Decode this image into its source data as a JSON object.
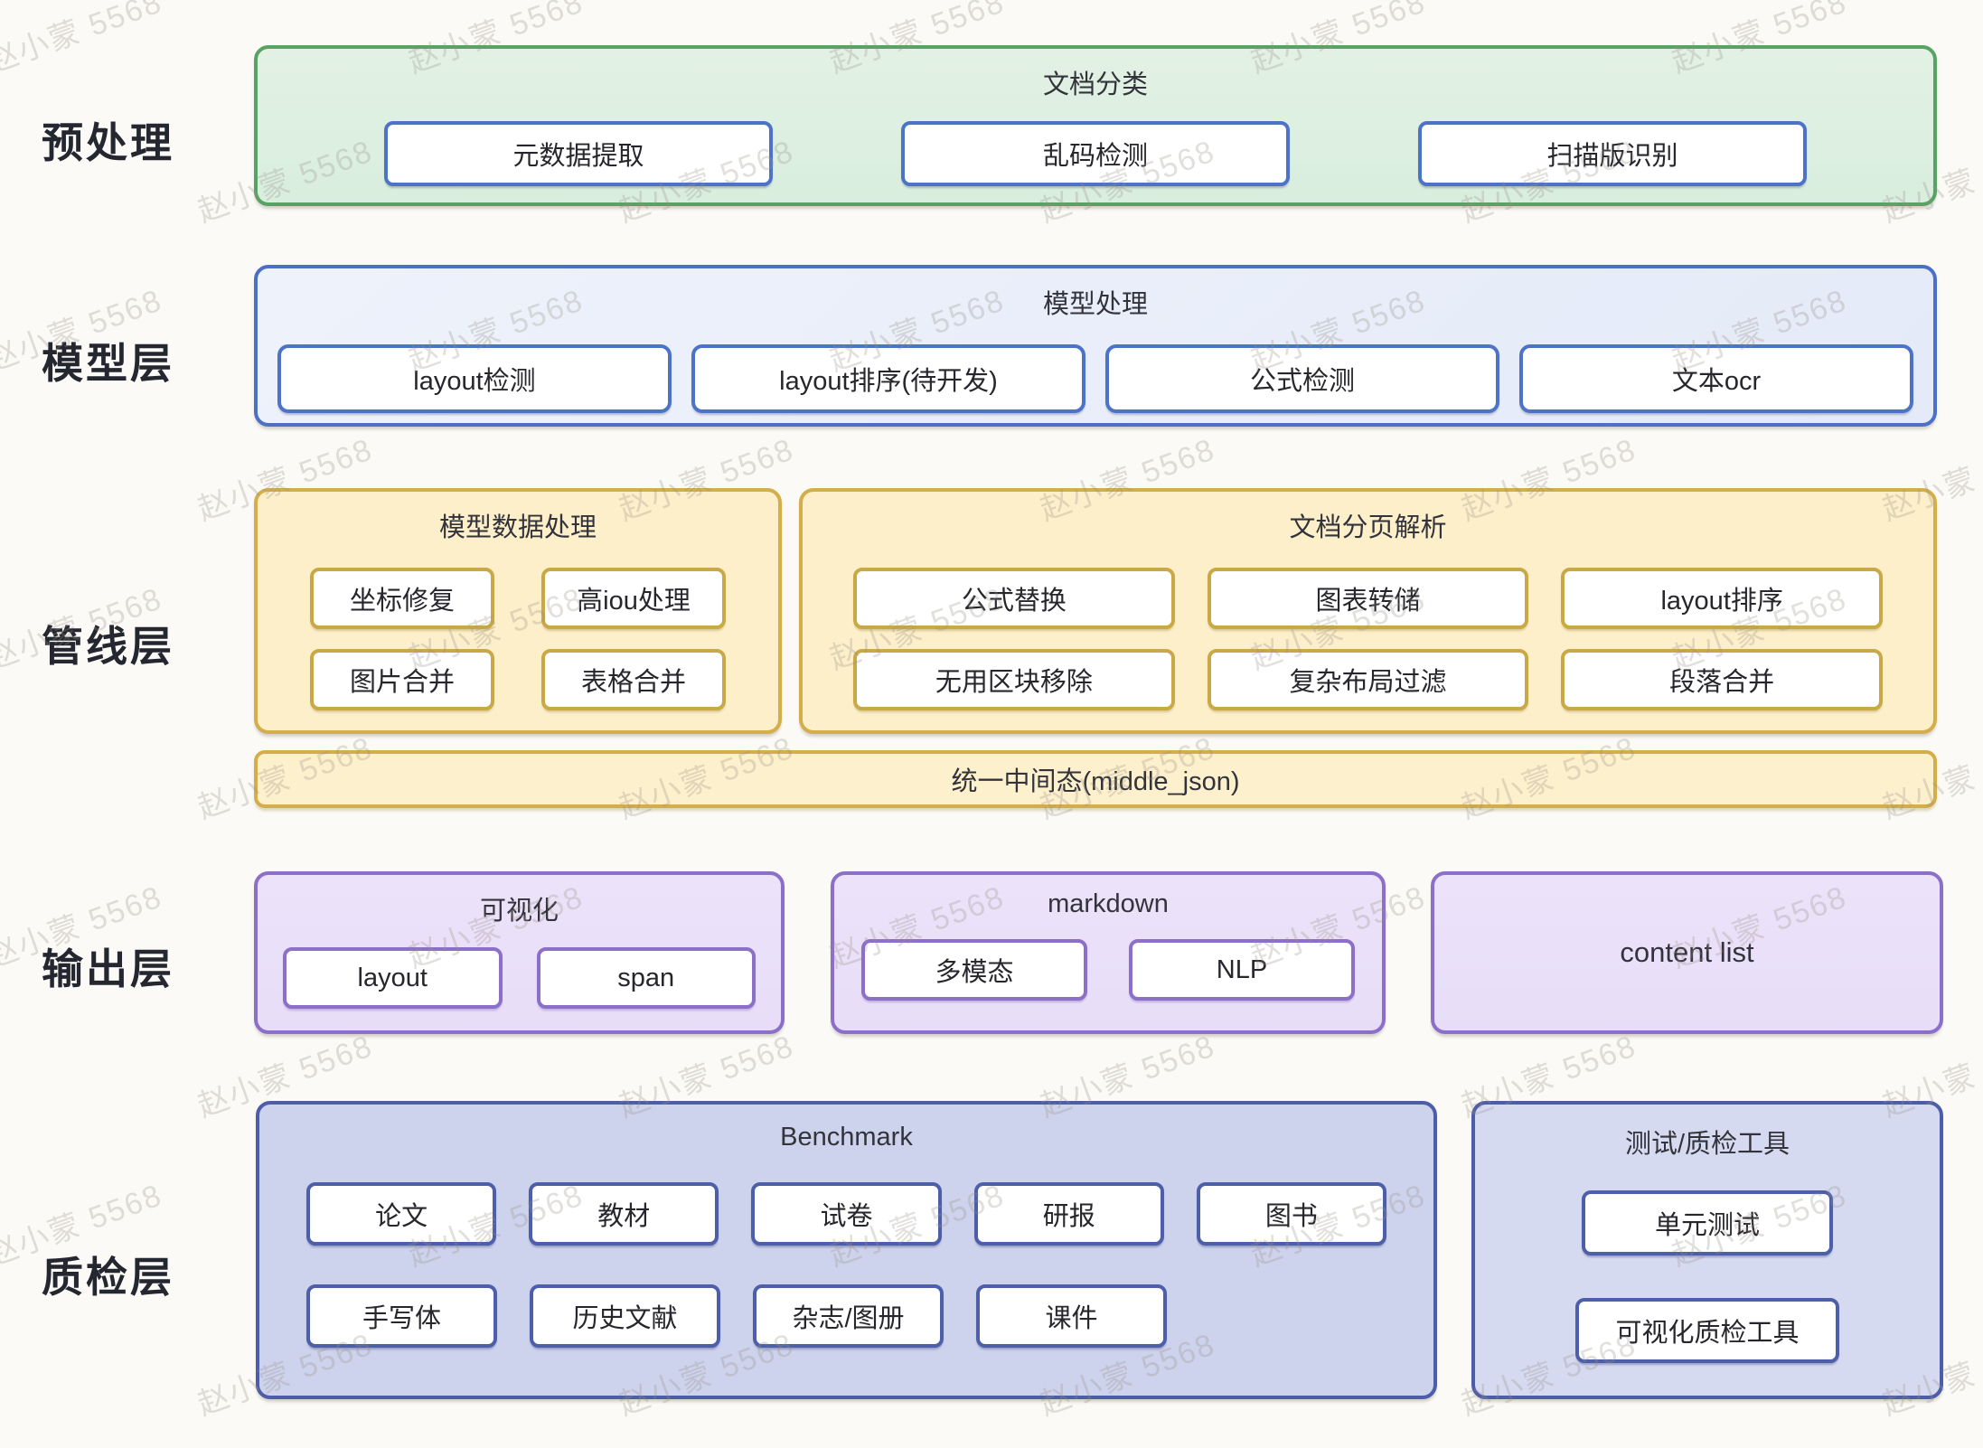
{
  "watermark": {
    "text": "赵小蒙 5568"
  },
  "layers": {
    "preprocess": {
      "label": "预处理",
      "section": {
        "title": "文档分类",
        "buttons": [
          "元数据提取",
          "乱码检测",
          "扫描版识别"
        ]
      }
    },
    "model": {
      "label": "模型层",
      "section": {
        "title": "模型处理",
        "buttons": [
          "layout检测",
          "layout排序(待开发)",
          "公式检测",
          "文本ocr"
        ]
      }
    },
    "pipeline": {
      "label": "管线层",
      "model_data": {
        "title": "模型数据处理",
        "buttons": [
          "坐标修复",
          "高iou处理",
          "图片合并",
          "表格合并"
        ]
      },
      "doc_parse": {
        "title": "文档分页解析",
        "buttons": [
          "公式替换",
          "图表转储",
          "layout排序",
          "无用区块移除",
          "复杂布局过滤",
          "段落合并"
        ]
      },
      "bar": "统一中间态(middle_json)"
    },
    "output": {
      "label": "输出层",
      "visualization": {
        "title": "可视化",
        "buttons": [
          "layout",
          "span"
        ]
      },
      "markdown": {
        "title": "markdown",
        "buttons": [
          "多模态",
          "NLP"
        ]
      },
      "content_list": {
        "title": "content list"
      }
    },
    "qa": {
      "label": "质检层",
      "benchmark": {
        "title": "Benchmark",
        "buttons_row1": [
          "论文",
          "教材",
          "试卷",
          "研报",
          "图书"
        ],
        "buttons_row2": [
          "手写体",
          "历史文献",
          "杂志/图册",
          "课件"
        ]
      },
      "tools": {
        "title": "测试/质检工具",
        "buttons": [
          "单元测试",
          "可视化质检工具"
        ]
      }
    }
  },
  "colors": {
    "background": "#fbfaf7",
    "green_border": "#58a263",
    "green_fill": "#ddefe0",
    "blue_border": "#4c70c6",
    "blue_fill": "#e9eefa",
    "node_blue_border": "#4d73c8",
    "yellow_border": "#d3ae4b",
    "yellow_fill": "#fcefca",
    "node_gold_border": "#c9a945",
    "purple_border": "#8b6fc9",
    "purple_fill": "#eae0f9",
    "navy_border": "#4d5da8",
    "navy_fill": "#cdd3ed",
    "navy_fill_light": "#d6daf1"
  }
}
